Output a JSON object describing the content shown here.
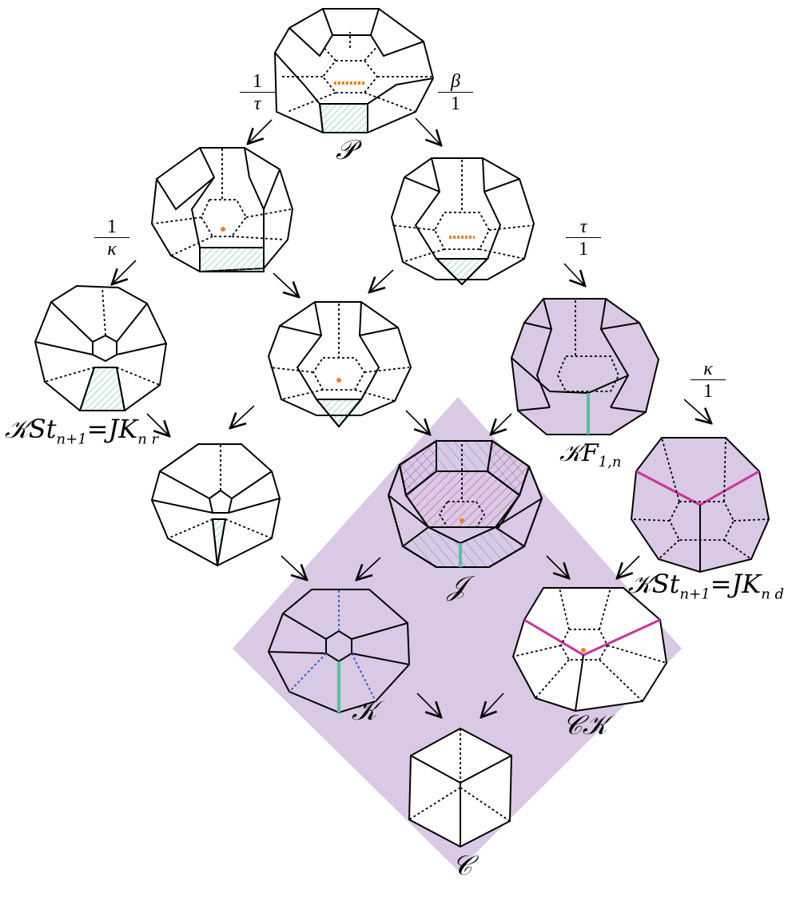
{
  "colors": {
    "shade": "#d9c9e4",
    "green": "#4cc5a0",
    "orange": "#f08020",
    "magenta": "#cc3399",
    "blue": "#3366cc",
    "edge": "#000000"
  },
  "labels": {
    "P": "𝒫",
    "J": "𝒥",
    "K": "𝒦",
    "CK": "𝒞𝒦",
    "C": "𝒞",
    "KF": "𝒦F",
    "KF_sub": "1,n",
    "KSt_left_main": "𝒦St",
    "KSt_left_sub": "n+1",
    "KSt_left_eq": "=JK",
    "KSt_left_sub2": "n r",
    "KSt_right_main": "𝒦St",
    "KSt_right_sub": "n+1",
    "KSt_right_eq": "=JK",
    "KSt_right_sub2": "n d"
  },
  "fractions": [
    {
      "id": "one-over-tau",
      "num": "1",
      "den": "τ"
    },
    {
      "id": "beta-over-one",
      "num": "β",
      "den": "1"
    },
    {
      "id": "one-over-kappa",
      "num": "1",
      "den": "κ"
    },
    {
      "id": "tau-over-one",
      "num": "τ",
      "den": "1"
    },
    {
      "id": "kappa-over-one",
      "num": "κ",
      "den": "1"
    }
  ]
}
